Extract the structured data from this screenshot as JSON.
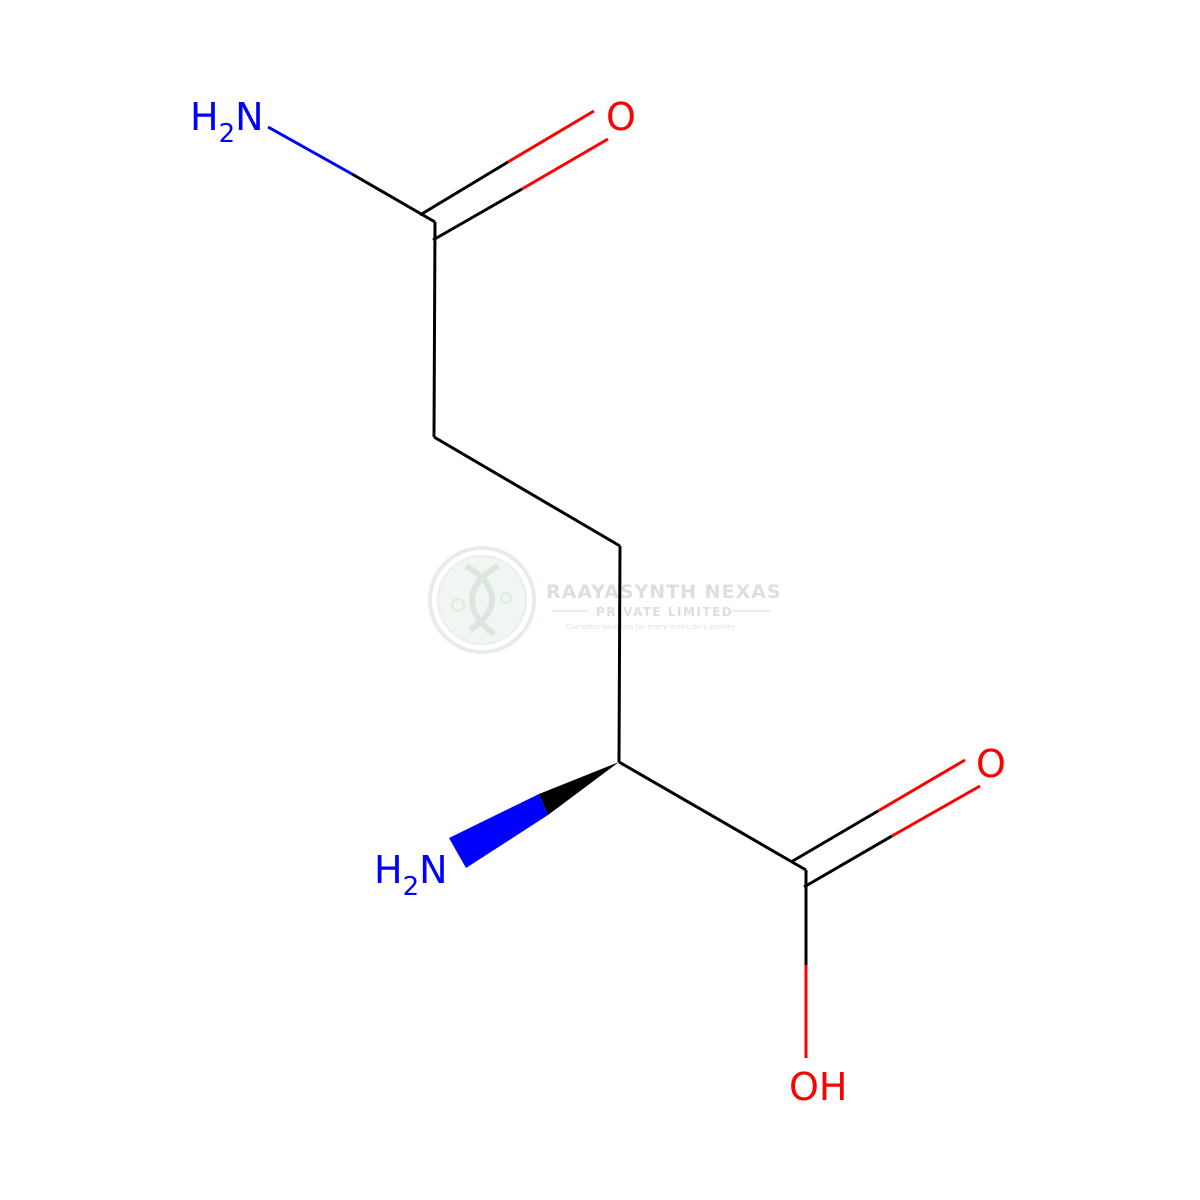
{
  "molecule": {
    "atoms": {
      "amide_n": {
        "main": "H",
        "sub": "2",
        "tail": "N",
        "color": "#0000ff"
      },
      "amide_o": {
        "label": "O",
        "color": "#ff0000"
      },
      "alpha_n": {
        "main": "H",
        "sub": "2",
        "tail": "N",
        "color": "#0000ff"
      },
      "acid_o": {
        "label": "O",
        "color": "#ff0000"
      },
      "acid_oh": {
        "label": "OH",
        "color": "#ff0000"
      }
    },
    "bond_color": "#000000"
  },
  "watermark": {
    "company": "RAAYASYNTH NEXAS",
    "subtitle": "PRIVATE LIMITED",
    "tagline": "Complete solutions for every molecule's journey",
    "color": "#c8d2cc",
    "logo_icon": "dna-helix-logo-icon"
  }
}
